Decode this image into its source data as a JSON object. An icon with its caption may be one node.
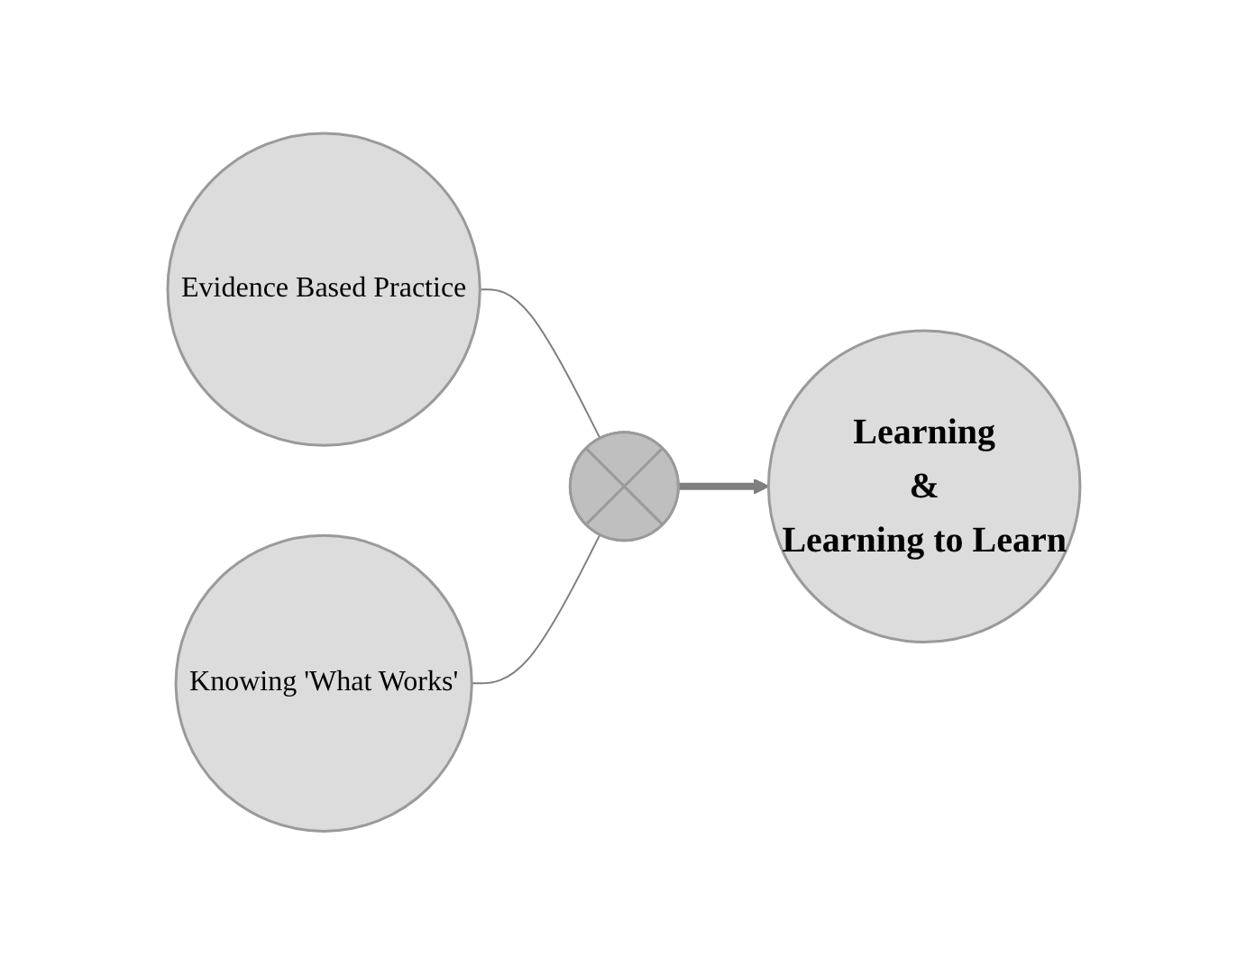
{
  "diagram": {
    "nodes": [
      {
        "text": [
          "Evidence Based Practice"
        ]
      },
      {
        "text": [
          "Knowing 'What Works'"
        ]
      },
      {
        "text": [],
        "shape": "plus"
      },
      {
        "text": [
          "Learning",
          "&",
          "Learning to Learn"
        ]
      }
    ],
    "edges": [
      {
        "from": 0,
        "to": 2,
        "arrow": "none"
      },
      {
        "from": 1,
        "to": 2,
        "arrow": "none"
      },
      {
        "from": 2,
        "to": 3,
        "arrow": "to",
        "style": "thick"
      }
    ]
  }
}
